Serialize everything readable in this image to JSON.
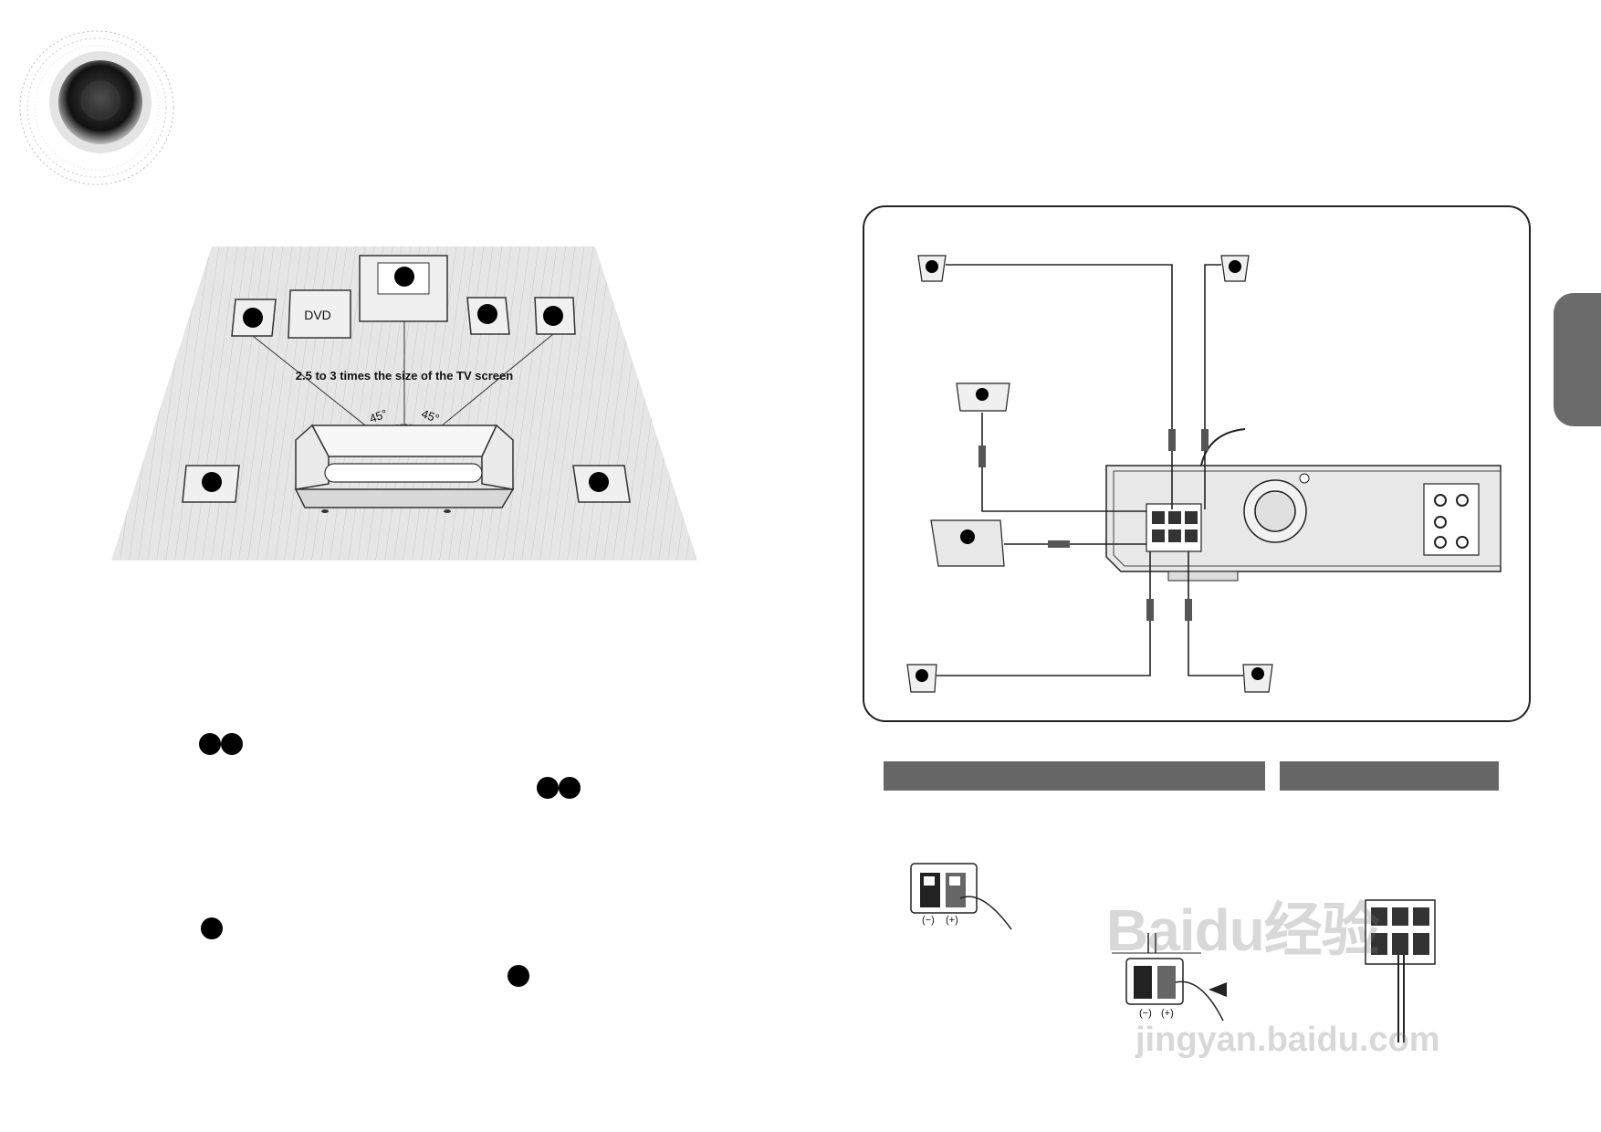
{
  "layout_diagram": {
    "dvd_label": "DVD",
    "distance_caption": "2.5 to 3 times the size of the TV screen",
    "angle_left": "45°",
    "angle_right": "45°"
  },
  "terminal_labels": {
    "minus": "(−)",
    "plus": "(+)"
  },
  "watermark": {
    "brand": "Baidu经验",
    "url": "jingyan.baidu.com"
  }
}
